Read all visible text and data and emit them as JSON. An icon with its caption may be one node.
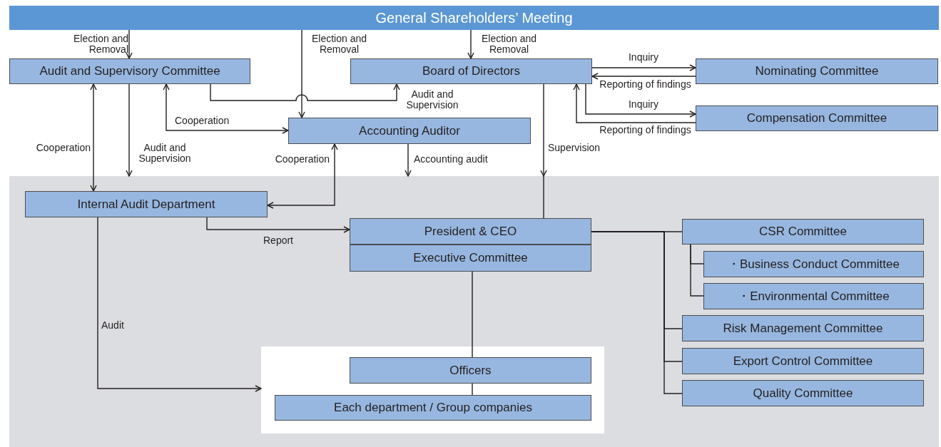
{
  "diagram": {
    "nodes": [
      {
        "text": [
          "General Shareholders’ Meeting"
        ]
      },
      {
        "text": [
          "Audit and Supervisory Committee"
        ]
      },
      {
        "text": [
          "Board of Directors"
        ]
      },
      {
        "text": [
          "Nominating Committee"
        ]
      },
      {
        "text": [
          "Compensation Committee"
        ]
      },
      {
        "text": [
          "Accounting Auditor"
        ]
      },
      {
        "text": [],
        "shape": "box"
      },
      {
        "text": [
          "Internal Audit Department"
        ],
        "in": 6
      },
      {
        "text": [
          "President & CEO"
        ],
        "in": 6
      },
      {
        "text": [
          "Executive Committee"
        ],
        "in": 6
      },
      {
        "text": [],
        "shape": "box",
        "in": 6
      },
      {
        "text": [
          "Officers"
        ],
        "in": 10
      },
      {
        "text": [
          "Each department / Group companies"
        ],
        "in": 10
      },
      {
        "text": [
          "CSR Committee"
        ],
        "in": 6
      },
      {
        "text": [
          "・Business Conduct Committee"
        ],
        "in": 6
      },
      {
        "text": [
          "・Environmental Committee"
        ],
        "in": 6
      },
      {
        "text": [
          "Risk Management Committee"
        ],
        "in": 6
      },
      {
        "text": [
          "Export Control Committee"
        ],
        "in": 6
      },
      {
        "text": [
          "Quality Committee"
        ],
        "in": 6
      }
    ],
    "edges": [
      {
        "from": 0,
        "to": 1,
        "arrow": "to",
        "label": "Election and Removal"
      },
      {
        "from": 0,
        "to": 5,
        "arrow": "to",
        "label": "Election and Removal"
      },
      {
        "from": 0,
        "to": 2,
        "arrow": "to",
        "label": "Election and Removal"
      },
      {
        "from": 1,
        "to": 2,
        "arrow": "to",
        "label": "Audit and Supervision"
      },
      {
        "from": 1,
        "to": 5,
        "arrow": "both",
        "label": "Cooperation"
      },
      {
        "from": 1,
        "to": 7,
        "arrow": "both",
        "label": "Cooperation"
      },
      {
        "from": 1,
        "to": 6,
        "arrow": "to",
        "label": "Audit and Supervision"
      },
      {
        "from": 5,
        "to": 6,
        "arrow": "to",
        "label": "Accounting audit"
      },
      {
        "from": 5,
        "to": 7,
        "arrow": "both",
        "label": "Cooperation"
      },
      {
        "from": 2,
        "to": 6,
        "arrow": "to",
        "label": "Supervision"
      },
      {
        "from": 2,
        "to": 3,
        "arrow": "to",
        "label": "Inquiry"
      },
      {
        "from": 3,
        "to": 2,
        "arrow": "to",
        "label": "Reporting of findings"
      },
      {
        "from": 2,
        "to": 4,
        "arrow": "to",
        "label": "Inquiry"
      },
      {
        "from": 4,
        "to": 2,
        "arrow": "to",
        "label": "Reporting of findings"
      },
      {
        "from": 7,
        "to": 8,
        "arrow": "to",
        "label": "Report"
      },
      {
        "from": 7,
        "to": 10,
        "arrow": "to",
        "label": "Audit"
      },
      {
        "from": 9,
        "to": 11,
        "arrow": "none"
      },
      {
        "from": 11,
        "to": 12,
        "arrow": "none"
      },
      {
        "from": 8,
        "to": 13,
        "arrow": "none"
      },
      {
        "from": 8,
        "to": 16,
        "arrow": "none"
      },
      {
        "from": 8,
        "to": 17,
        "arrow": "none"
      },
      {
        "from": 8,
        "to": 18,
        "arrow": "none"
      },
      {
        "from": 6,
        "to": 8,
        "arrow": "none"
      },
      {
        "from": 13,
        "to": 14,
        "arrow": "none"
      },
      {
        "from": 13,
        "to": 15,
        "arrow": "none"
      }
    ]
  }
}
